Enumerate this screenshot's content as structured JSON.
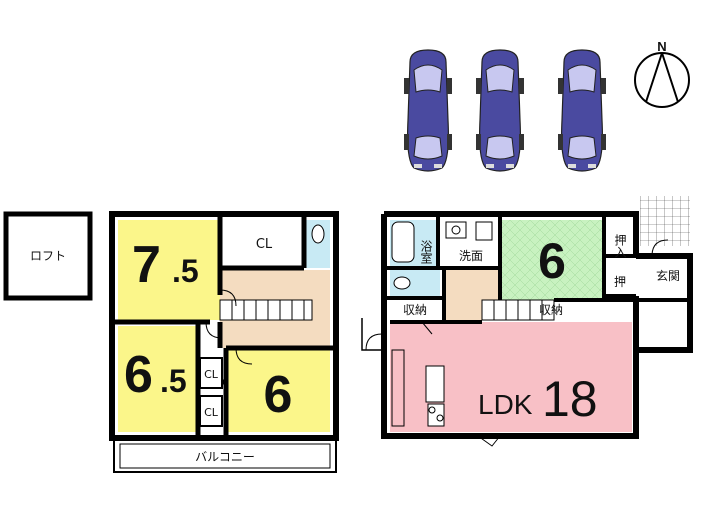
{
  "compass": {
    "label": "N"
  },
  "rooms": {
    "loft": "ロフト",
    "closet_top": "CL",
    "room_75_main": "7",
    "room_75_frac": ".5",
    "room_65_main": "6",
    "room_65_frac": ".5",
    "closet_mid": "CL",
    "closet_low": "CL",
    "room_6_upper": "6",
    "balcony": "バルコニー",
    "bath": "浴室",
    "washroom": "洗面",
    "washitsu": "6",
    "oshiire_top": "押入",
    "oshi_small": "押",
    "genkan": "玄関",
    "storage_left": "収納",
    "storage_right": "収納",
    "ldk_prefix": "LDK",
    "ldk_size": "18"
  },
  "colors": {
    "yellow_room": "#fbf68a",
    "green_room": "#c8f2c0",
    "pink_room": "#f8c0c6",
    "wood_floor": "#f4dcc0",
    "water_blue": "#c8eaf4",
    "car_body": "#4a4aa0",
    "wall": "#000000"
  }
}
